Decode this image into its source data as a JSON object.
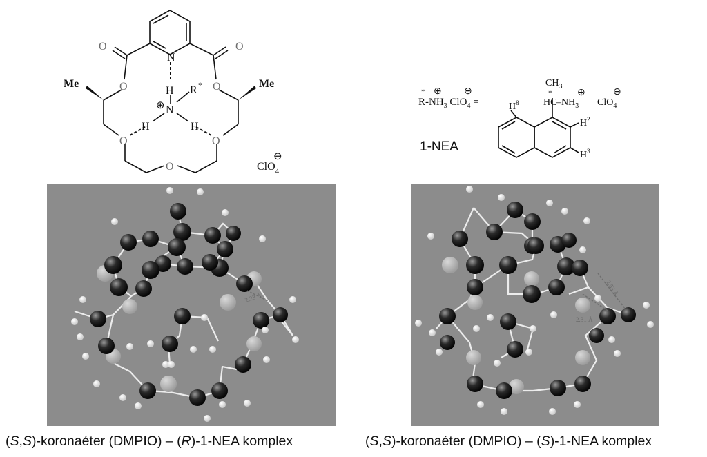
{
  "left_structure": {
    "carbonyl_o_left": "O",
    "carbonyl_o_right": "O",
    "ring_n": "N",
    "methyl_left": "Me",
    "methyl_right": "Me",
    "ester_o_left": "O",
    "ester_o_right": "O",
    "ether_o_left": "O",
    "ether_o_right": "O",
    "ether_o_bottom": "O",
    "h_top": "H",
    "h_left": "H",
    "h_right": "H",
    "ammonium_n": "N",
    "ammonium_charge": "⊕",
    "substituent_r": "R",
    "substituent_star": "*",
    "counterion_main": "ClO",
    "counterion_sub": "4",
    "counterion_charge": "⊖"
  },
  "right_structure": {
    "formula_star": "*",
    "formula_r": "R-NH",
    "formula_sub3": "3",
    "formula_charge": "⊕",
    "formula_clo": " ClO",
    "formula_sub4": "4",
    "formula_minus": "⊖",
    "formula_eq": " =",
    "name": "1-NEA",
    "ch3_label": "CH",
    "ch3_sub": "3",
    "chiral_star": "*",
    "hc_label": "HC",
    "nh3_label": "–NH",
    "nh3_sub": "3",
    "nh3_charge": "⊕",
    "counter_clo": "ClO",
    "counter_sub": "4",
    "counter_charge": "⊖",
    "h8": "H",
    "h8_sup": "8",
    "h2": "H",
    "h2_sup": "2",
    "h3": "H",
    "h3_sup": "3"
  },
  "panels": {
    "left_distance": "2.23 Å",
    "right_distance_a": "2.53 Å",
    "right_distance_b": "2.31 Å"
  },
  "captions": {
    "left": {
      "p1": "(",
      "s1": "S",
      "p2": ",",
      "s2": "S",
      "p3": ")-koronaéter (DMPIO) – (",
      "r": "R",
      "p4": ")-1-NEA komplex"
    },
    "right": {
      "p1": "(",
      "s1": "S",
      "p2": ",",
      "s2": "S",
      "p3": ")-koronaéter (DMPIO) – (",
      "s3": "S",
      "p4": ")-1-NEA komplex"
    }
  },
  "colors": {
    "panel_bg": "#8c8c8c",
    "carbon": "#1e1e1e",
    "hydrogen": "#f2f2f2",
    "oxygen": "#bdbdbd",
    "bond": "#ececec"
  }
}
